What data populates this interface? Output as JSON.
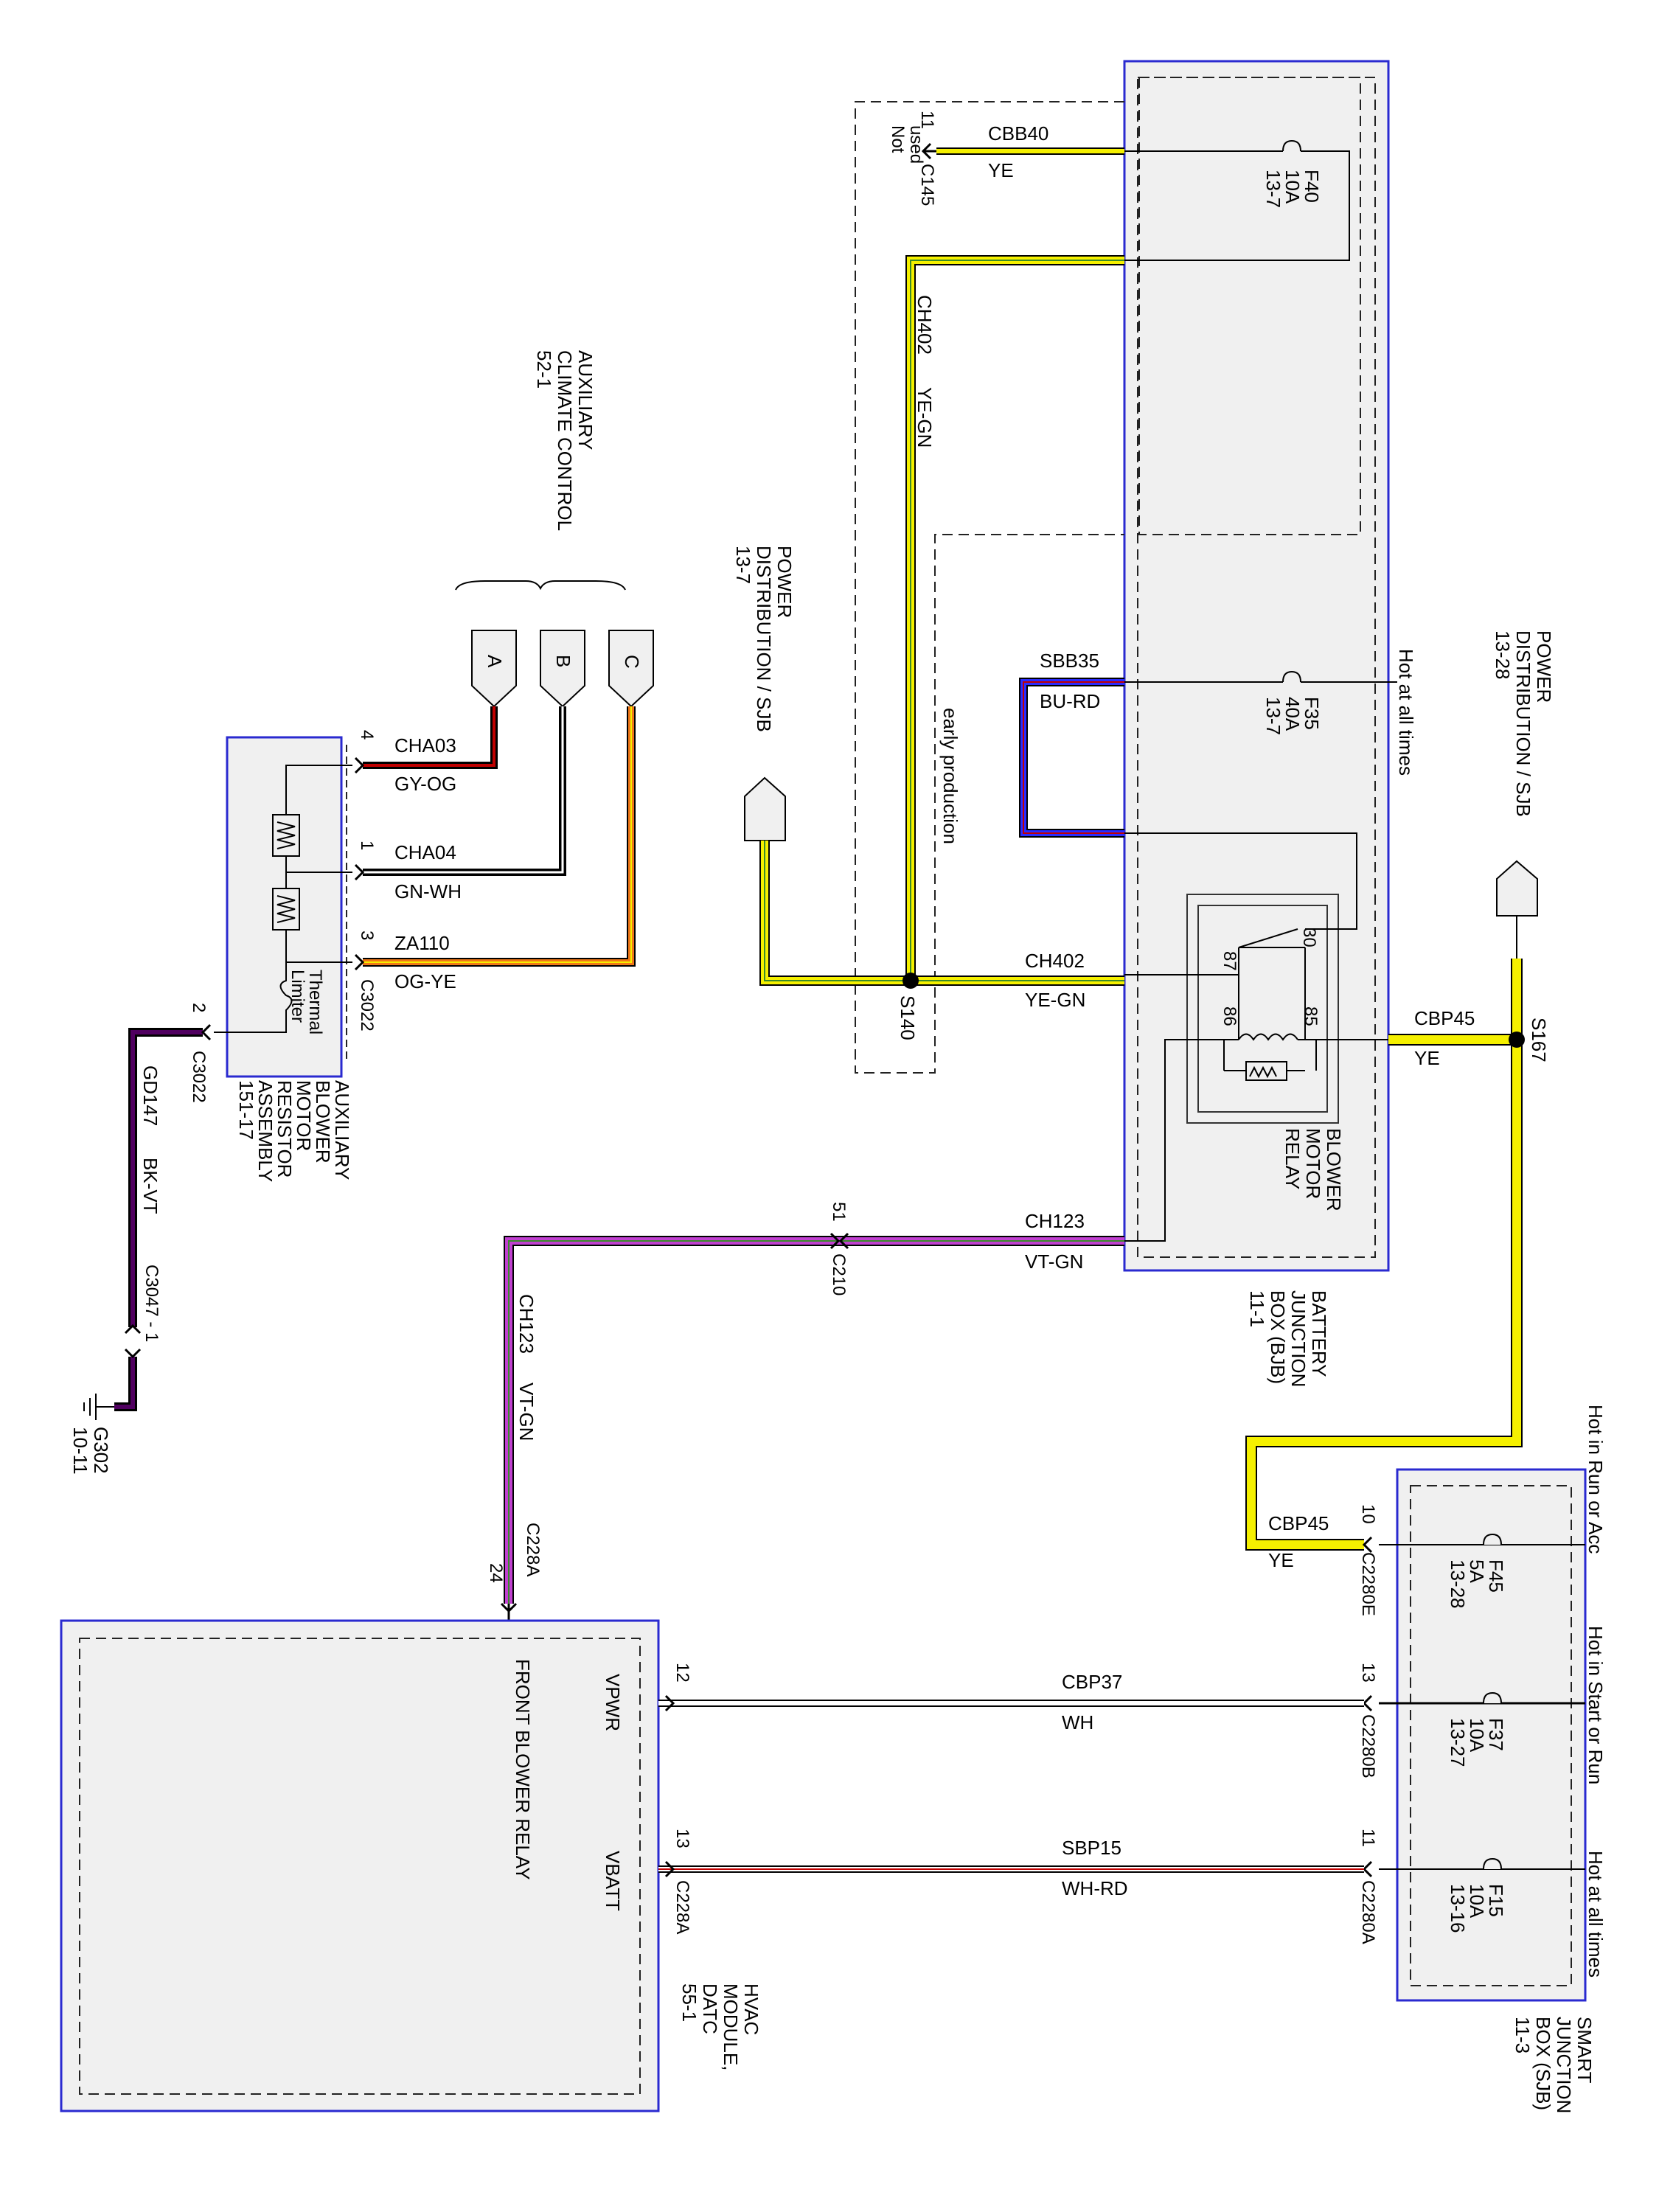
{
  "colors": {
    "yellow": "#f5f000",
    "green": "#3a8a2a",
    "blue": "#2a2aff",
    "red": "#c00000",
    "orange": "#f07818",
    "violet": "#c040d0",
    "purple": "#500060",
    "box_border": "#2a2ad0",
    "box_fill": "#f0f0f0"
  },
  "modules": {
    "sjb_battery": [
      "BATTERY",
      "JUNCTION",
      "BOX (BJB)",
      "11-1"
    ],
    "sjb_smart": [
      "SMART",
      "JUNCTION",
      "BOX (SJB)",
      "11-3"
    ],
    "hvac": [
      "HVAC",
      "MODULE,",
      "DATC",
      "55-1"
    ],
    "front_blower_relay": "FRONT BLOWER RELAY",
    "blower_motor_relay": [
      "BLOWER",
      "MOTOR",
      "RELAY"
    ],
    "aux_climate": [
      "AUXILIARY",
      "CLIMATE CONTROL",
      "52-1"
    ],
    "aux_resistor": [
      "AUXILIARY",
      "BLOWER",
      "MOTOR",
      "RESISTOR",
      "ASSEMBLY",
      "151-17"
    ],
    "power_dist_left": [
      "POWER",
      "DISTRIBUTION / SJB",
      "13-7"
    ],
    "power_dist_right": [
      "POWER",
      "DISTRIBUTION / SJB",
      "13-28"
    ],
    "thermal_limiter": [
      "Thermal",
      "Limiter"
    ],
    "early_production": "early production",
    "not_used": [
      "Not",
      "used"
    ]
  },
  "fuses": {
    "f40": [
      "F40",
      "10A",
      "13-7"
    ],
    "f35": [
      "F35",
      "40A",
      "13-7"
    ],
    "f45": [
      "F45",
      "5A",
      "13-28"
    ],
    "f37": [
      "F37",
      "10A",
      "13-27"
    ],
    "f15": [
      "F15",
      "10A",
      "13-16"
    ]
  },
  "power_feeds": {
    "hot_all_times_bjb": "Hot at all times",
    "hot_run_acc": "Hot in Run or Acc",
    "hot_start_run": "Hot in Start or Run",
    "hot_all_times_sjb": "Hot at all times"
  },
  "wires": {
    "cbb40": {
      "circuit": "CBB40",
      "color": "YE"
    },
    "ch402_vert": {
      "circuit": "CH402",
      "color": "YE-GN"
    },
    "ch402_horiz": {
      "circuit": "CH402",
      "color": "YE-GN"
    },
    "sbb35": {
      "circuit": "SBB35",
      "color": "BU-RD"
    },
    "cbp45_a": {
      "circuit": "CBP45",
      "color": "YE"
    },
    "cbp45_b": {
      "circuit": "CBP45",
      "color": "YE"
    },
    "ch123_horiz": {
      "circuit": "CH123",
      "color": "VT-GN"
    },
    "ch123_vert": {
      "circuit": "CH123",
      "color": "VT-GN"
    },
    "cbp37": {
      "circuit": "CBP37",
      "color": "WH"
    },
    "sbp15": {
      "circuit": "SBP15",
      "color": "WH-RD"
    },
    "cha03": {
      "circuit": "CHA03",
      "color": "GY-OG"
    },
    "cha04": {
      "circuit": "CHA04",
      "color": "GN-WH"
    },
    "za110": {
      "circuit": "ZA110",
      "color": "OG-YE"
    },
    "gd147": {
      "circuit": "GD147",
      "color": "BK-VT"
    }
  },
  "connectors": {
    "c145": {
      "name": "C145",
      "pin": "11"
    },
    "c210": {
      "name": "C210",
      "pin": "51"
    },
    "c228a_24": {
      "name": "C228A",
      "pin": "24"
    },
    "c228a_12": {
      "pin": "12"
    },
    "c228a_13": {
      "name": "C228A",
      "pin": "13"
    },
    "c2280e": {
      "name": "C2280E",
      "pin": "10"
    },
    "c2280b": {
      "name": "C2280B",
      "pin": "13"
    },
    "c2280a": {
      "name": "C2280A",
      "pin": "11"
    },
    "c3022_4": {
      "pin": "4"
    },
    "c3022_1": {
      "pin": "1"
    },
    "c3022_3": {
      "name": "C3022",
      "pin": "3"
    },
    "c3022_2": {
      "name": "C3022",
      "pin": "2"
    },
    "c3047": {
      "name": "C3047 - 1"
    },
    "g302": [
      "G302",
      "10-11"
    ]
  },
  "splices": {
    "s140": "S140",
    "s167": "S167"
  },
  "relay_pins": {
    "p30": "30",
    "p87": "87",
    "p86": "86",
    "p85": "85"
  },
  "hvac_pins": {
    "vpwr": "VPWR",
    "vbatt": "VBATT"
  },
  "aux_pins": {
    "a": "A",
    "b": "B",
    "c": "C"
  }
}
